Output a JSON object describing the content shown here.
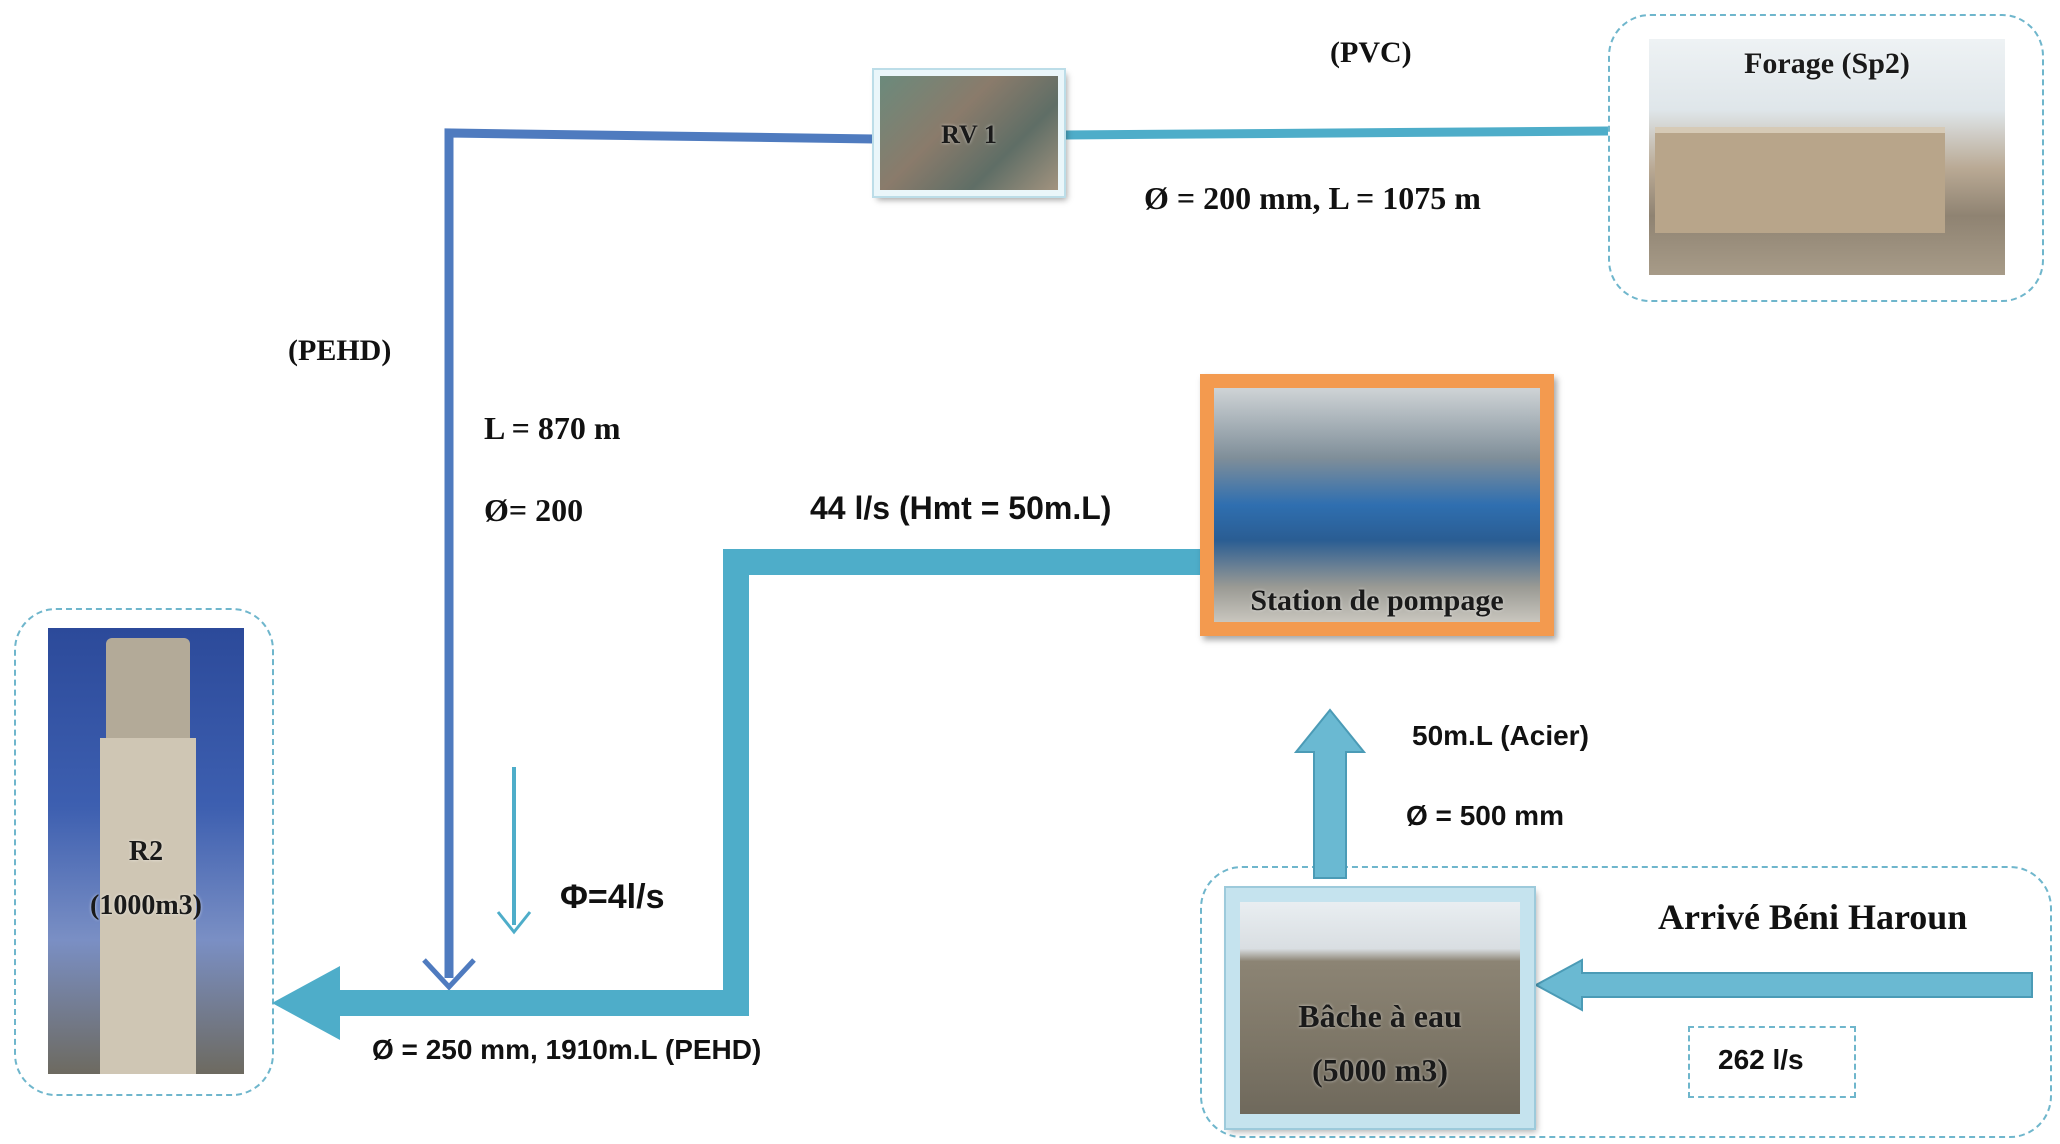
{
  "nodes": {
    "rv1": {
      "label": "RV 1"
    },
    "forage": {
      "label": "Forage (Sp2)"
    },
    "station": {
      "label": "Station de pompage"
    },
    "r2": {
      "label_line1": "R2",
      "label_line2": "(1000m3)"
    },
    "bache": {
      "label_line1": "Bâche à eau",
      "label_line2": "(5000 m3)"
    }
  },
  "labels": {
    "pvc": "(PVC)",
    "pipe_forage_rv1": "Ø = 200 mm, L = 1075 m",
    "pehd": "(PEHD)",
    "pipe_rv1_length": "L = 870 m",
    "pipe_rv1_diameter": "Ø= 200",
    "station_flow": "44 l/s (Hmt = 50m.L)",
    "flow_small": "Φ=4l/s",
    "pipe_main": "Ø = 250 mm, 1910m.L (PEHD)",
    "steel_length": "50m.L (Acier)",
    "steel_diameter": "Ø = 500 mm",
    "arrive": "Arrivé Béni Haroun",
    "arrive_flow": "262 l/s"
  },
  "colors": {
    "pipe_dark_blue": "#4f7bbf",
    "pipe_light_blue": "#4eadc9",
    "arrow_fill": "#4eadc9",
    "dashed_border": "#6fb6cc",
    "station_border": "#e8863a"
  },
  "icons": {
    "rv1": "reservoir-photo",
    "forage": "borehole-building-photo",
    "station": "pump-station-photo",
    "r2": "water-tower-photo",
    "bache": "water-tank-building-photo"
  }
}
